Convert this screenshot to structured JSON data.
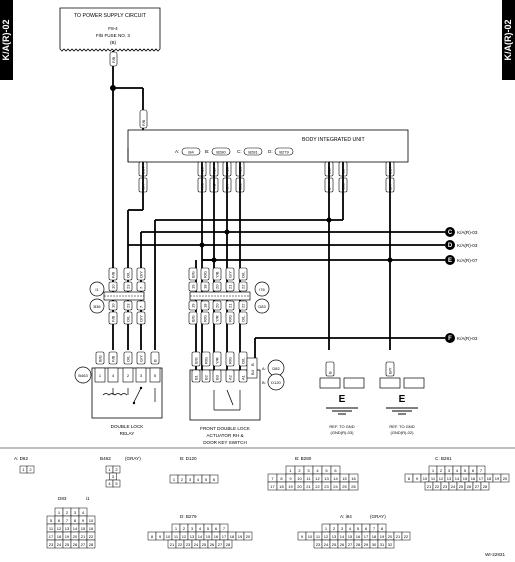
{
  "page": {
    "code_left": "K/A(R)-02",
    "code_right": "K/A(R)-02",
    "figure_id": "WI-22831"
  },
  "power_box": {
    "title": "TO POWER SUPPLY CIRCUIT",
    "line1": "F8-4",
    "line2": "F/B FUSE NO. 3",
    "line3": "(B)"
  },
  "top_wires": {
    "fb_main": "F/B",
    "fb_branch": "F/B"
  },
  "body_unit": {
    "title": "BODY INTEGRATED UNIT",
    "legend": [
      {
        "letter": "A:",
        "conn": "i84"
      },
      {
        "letter": "B:",
        "conn": "B280"
      },
      {
        "letter": "C:",
        "conn": "B281"
      },
      {
        "letter": "D:",
        "conn": "B279"
      }
    ],
    "pins": [
      "D14",
      "A18",
      "A17",
      "A19",
      "A20",
      "B17",
      "C9",
      "D27"
    ],
    "wire_colors": [
      "G/Y",
      "R/G",
      "Y/B",
      "G/Y",
      "O/L",
      "B",
      "G/B",
      "B/Y"
    ]
  },
  "offpage": [
    {
      "letter": "C",
      "text": "K/A(R)-03"
    },
    {
      "letter": "D",
      "text": "K/A(R)-03"
    },
    {
      "letter": "E",
      "text": "K/A(R)-07"
    },
    {
      "letter": "F",
      "text": "K/A(R)-03"
    }
  ],
  "connectors": {
    "i1": "i1",
    "b36": "B36",
    "i76": "i76",
    "d83": "D83",
    "b463": "B463",
    "d82": "D82",
    "d120": "D120",
    "a_label": "A:",
    "b_label": "B:"
  },
  "junction_left": {
    "upper_pins": [
      "10",
      "23",
      "7"
    ],
    "lower_pins": [
      "10",
      "23",
      "7"
    ],
    "upper_colors": [
      "F/B",
      "O/L",
      "O/Y"
    ],
    "lower_colors": [
      "F/B",
      "O/L",
      "O/Y"
    ]
  },
  "junction_right": {
    "upper_pins": [
      "19",
      "18",
      "20",
      "21",
      "22"
    ],
    "lower_pins": [
      "19",
      "18",
      "20",
      "21",
      "22"
    ],
    "upper_colors": [
      "B/G",
      "R/G",
      "Y/B",
      "G/Y",
      "O/L"
    ],
    "lower_colors": [
      "B/G",
      "R/G",
      "Y/R",
      "R/G",
      "O/L"
    ]
  },
  "relay": {
    "label1": "DOUBLE LOCK",
    "label2": "RELAY",
    "pins": [
      "1",
      "4",
      "2",
      "3",
      "5"
    ],
    "colors": [
      "B/G",
      "F/B",
      "O/L",
      "G/Y",
      "B"
    ]
  },
  "actuator": {
    "label1": "FRONT DOUBLE LOCK",
    "label2": "ACTUATOR RH &",
    "label3": "DOOR KEY SWITCH",
    "pins": [
      "B1",
      "B2",
      "B3",
      "A2",
      "A1"
    ],
    "colors": [
      "B/G",
      "R/G",
      "Y/R",
      "R/G",
      "O/L"
    ],
    "extra_pin": "B4",
    "extra_color": "B"
  },
  "grounds": [
    {
      "letter": "E",
      "ref1": "REF. TO GND",
      "ref2": "(GND(R)-03)",
      "color": "B"
    },
    {
      "letter": "E",
      "ref1": "REF. TO GND",
      "ref2": "(GND(R)-02)",
      "color": "B/Y"
    }
  ],
  "legend_connectors": {
    "d62": {
      "label": "A: D62",
      "rows": [
        [
          "1",
          "2"
        ]
      ]
    },
    "b463": {
      "label": "B463",
      "sub": "(GRAY)",
      "rows": [
        [
          "1",
          "2"
        ],
        [
          "3"
        ],
        [
          "4",
          "5"
        ]
      ]
    },
    "d120": {
      "label": "B: D120",
      "rows": [
        [
          "1",
          "2",
          "3",
          "4",
          "5",
          "6"
        ]
      ]
    },
    "b280": {
      "label": "B: B280",
      "rows": [
        [
          "1",
          "2",
          "3",
          "4",
          "5",
          "6"
        ],
        [
          "7",
          "8",
          "9",
          "10",
          "11",
          "12",
          "13",
          "14",
          "15",
          "16"
        ],
        [
          "17",
          "18",
          "19",
          "20",
          "21",
          "22",
          "23",
          "24",
          "25",
          "26"
        ]
      ]
    },
    "b281": {
      "label": "C: B281",
      "rows": [
        [
          "1",
          "2",
          "3",
          "4",
          "5",
          "6",
          "7"
        ],
        [
          "8",
          "9",
          "10",
          "11",
          "12",
          "13",
          "14",
          "15",
          "16",
          "17",
          "18",
          "19",
          "20"
        ],
        [
          "21",
          "22",
          "23",
          "24",
          "25",
          "26",
          "27",
          "28"
        ]
      ]
    },
    "d83i1": {
      "label1": "D83",
      "label2": "i1",
      "rows": [
        [
          "1",
          "2",
          "3",
          "4"
        ],
        [
          "5",
          "6",
          "7",
          "8",
          "9",
          "10"
        ],
        [
          "11",
          "12",
          "13",
          "14",
          "15",
          "16"
        ],
        [
          "17",
          "18",
          "19",
          "20",
          "21",
          "22"
        ],
        [
          "23",
          "24",
          "25",
          "26",
          "27",
          "28"
        ]
      ]
    },
    "b279": {
      "label": "D: B279",
      "rows": [
        [
          "1",
          "2",
          "3",
          "4",
          "5",
          "6",
          "7"
        ],
        [
          "8",
          "9",
          "10",
          "11",
          "12",
          "13",
          "14",
          "15",
          "16",
          "17",
          "18",
          "19",
          "20"
        ],
        [
          "21",
          "22",
          "23",
          "24",
          "25",
          "26",
          "27",
          "28"
        ]
      ]
    },
    "i84": {
      "label": "A: i84",
      "sub": "(GRAY)",
      "rows": [
        [
          "1",
          "2",
          "3",
          "4",
          "5",
          "6",
          "7",
          "8"
        ],
        [
          "9",
          "10",
          "11",
          "12",
          "13",
          "14",
          "15",
          "16",
          "17",
          "18",
          "19",
          "20",
          "21",
          "22"
        ],
        [
          "23",
          "24",
          "25",
          "26",
          "27",
          "28",
          "29",
          "30",
          "31",
          "32"
        ]
      ]
    }
  }
}
